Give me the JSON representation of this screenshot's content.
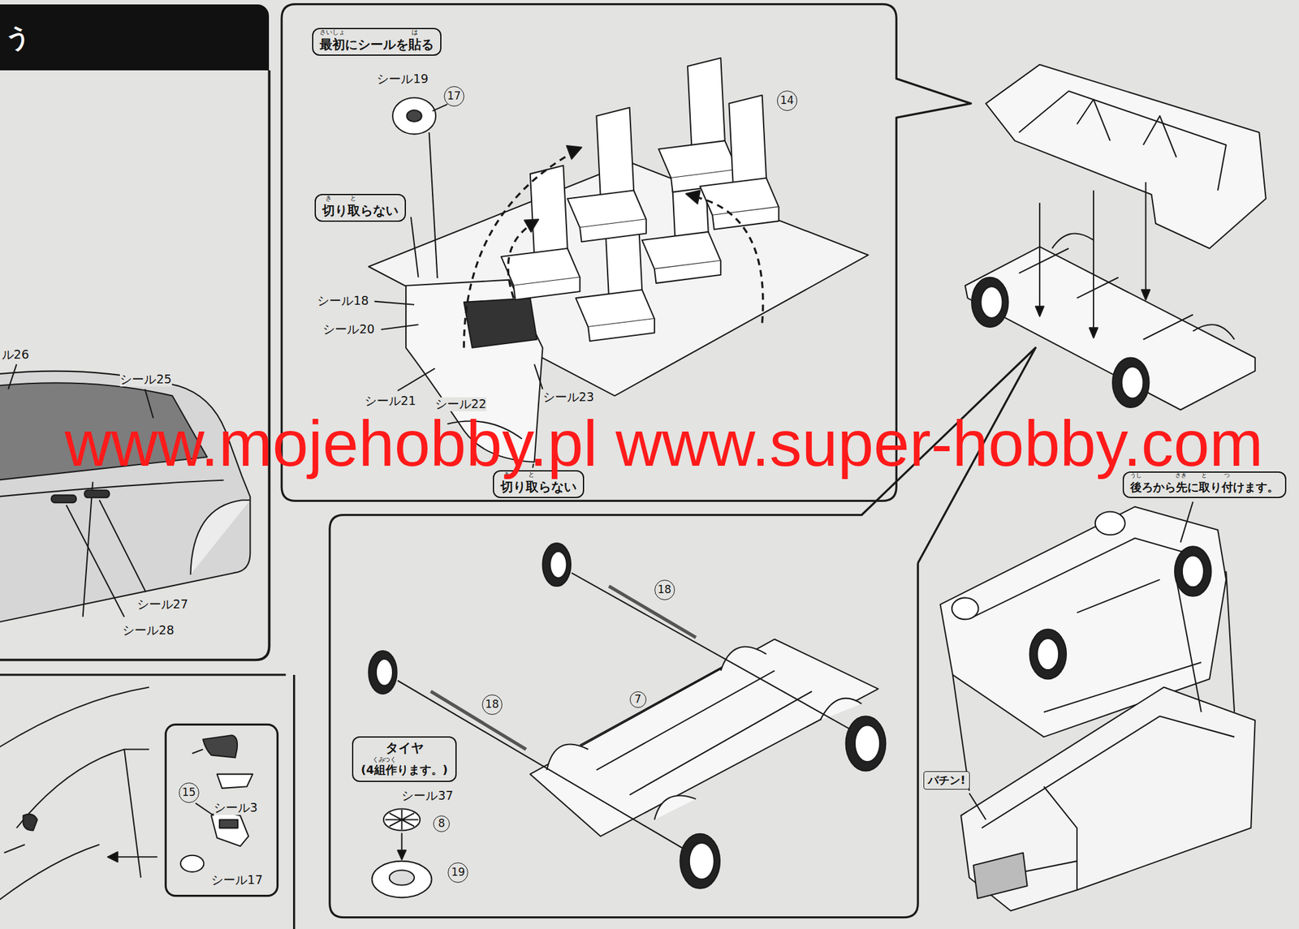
{
  "diagram": {
    "nodes": [
      {
        "text": [
          "う"
        ]
      },
      {
        "text": [
          "最初にシールを貼る"
        ]
      },
      {
        "text": [
          "切り取らない"
        ]
      },
      {
        "text": [
          "切り取らない"
        ]
      },
      {
        "text": [
          "後ろから先に取り付けます。"
        ]
      },
      {
        "text": [
          "パチン!"
        ]
      },
      {
        "text": [
          "タイヤ",
          "(4組作ります。)"
        ]
      }
    ],
    "labels": [
      "ル26",
      "シール25",
      "シール27",
      "シール28",
      "15",
      "シール3",
      "シール17",
      "さいしょ",
      "は",
      "シール19",
      "17",
      "14",
      "き",
      "と",
      "シール18",
      "シール20",
      "シール21",
      "シール22",
      "シール23",
      "き",
      "と",
      "うし",
      "さき",
      "と",
      "つ",
      "18",
      "7",
      "18",
      "くみ",
      "つく",
      "シール37",
      "8",
      "19",
      "www.mojehobby.pl www.super-hobby.com"
    ]
  }
}
